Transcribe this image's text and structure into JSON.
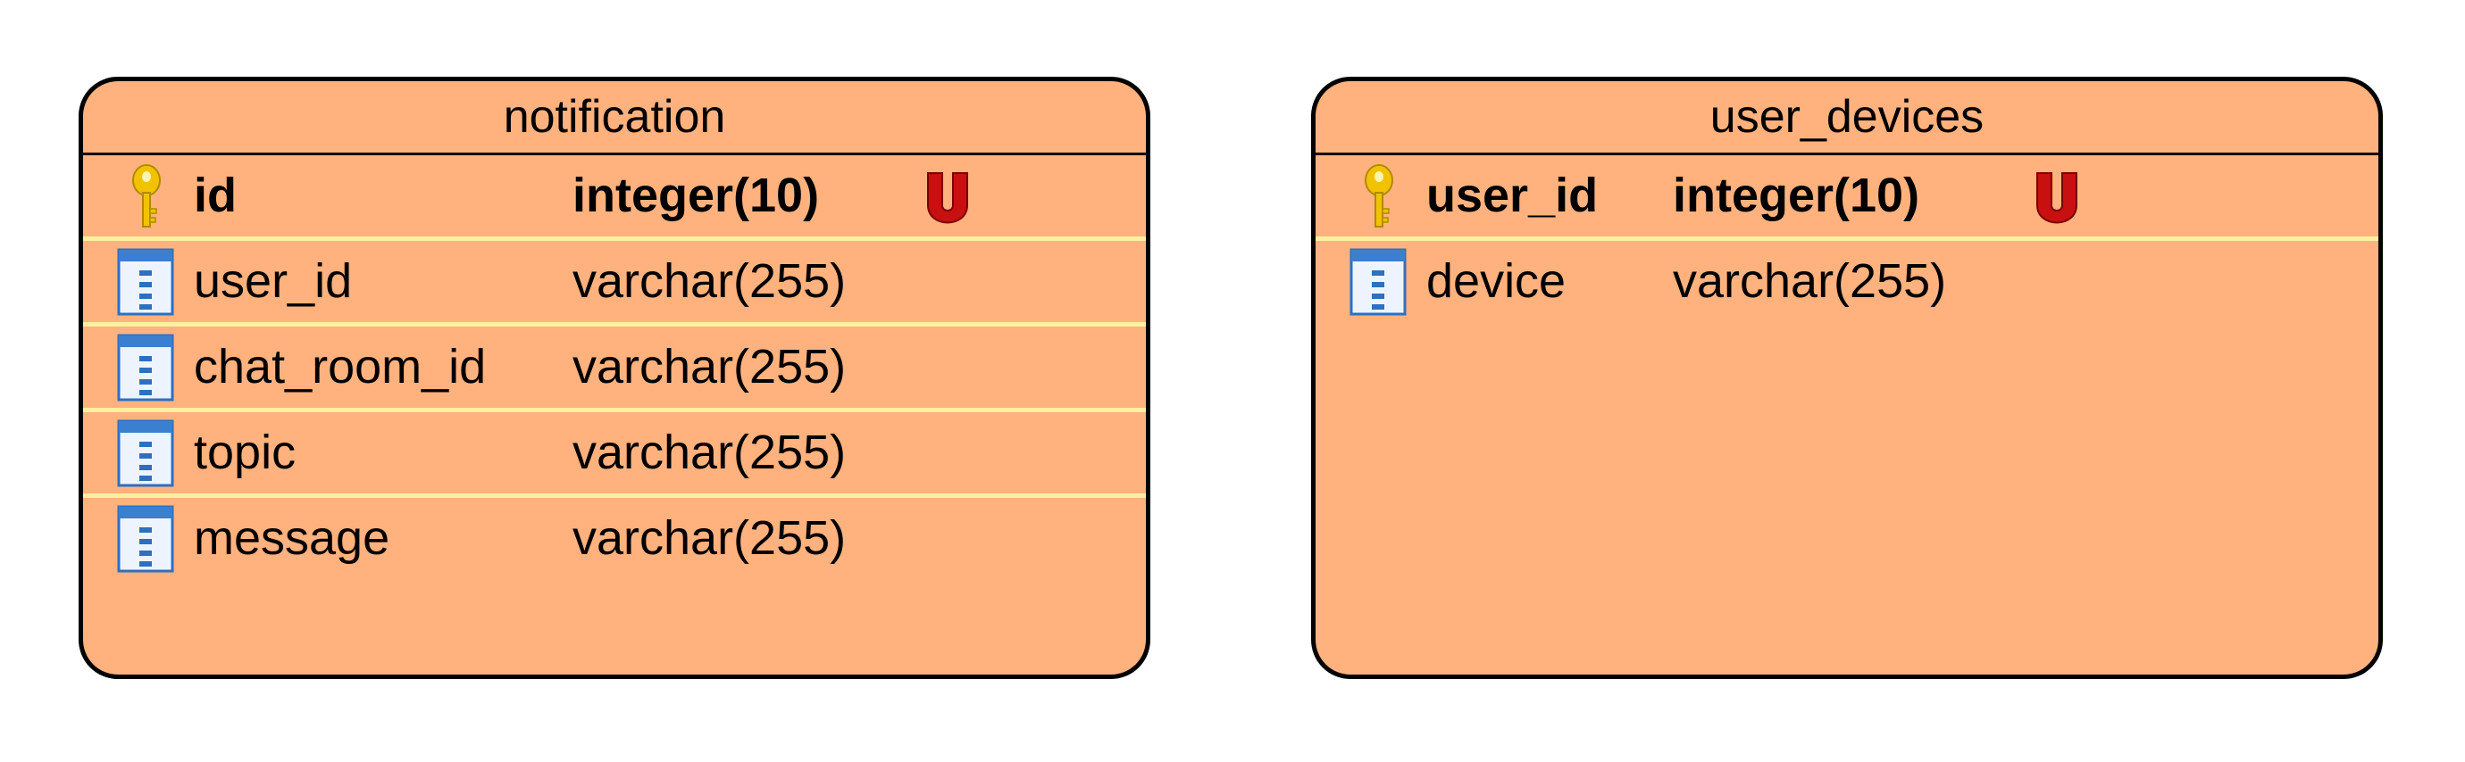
{
  "colors": {
    "entity_fill": "#FFB27E",
    "entity_border": "#000000",
    "row_separator": "#FFF0A0",
    "key_icon": "#F2C200",
    "unique_badge": "#C81010",
    "column_icon": "#3A7FD0"
  },
  "entities": [
    {
      "name": "notification",
      "columns": [
        {
          "name": "id",
          "type": "integer(10)",
          "primary_key": true,
          "unique": true,
          "unique_marker": "U",
          "icon": "key-icon"
        },
        {
          "name": "user_id",
          "type": "varchar(255)",
          "primary_key": false,
          "unique": false,
          "icon": "column-icon"
        },
        {
          "name": "chat_room_id",
          "type": "varchar(255)",
          "primary_key": false,
          "unique": false,
          "icon": "column-icon"
        },
        {
          "name": "topic",
          "type": "varchar(255)",
          "primary_key": false,
          "unique": false,
          "icon": "column-icon"
        },
        {
          "name": "message",
          "type": "varchar(255)",
          "primary_key": false,
          "unique": false,
          "icon": "column-icon"
        }
      ]
    },
    {
      "name": "user_devices",
      "columns": [
        {
          "name": "user_id",
          "type": "integer(10)",
          "primary_key": true,
          "unique": true,
          "unique_marker": "U",
          "icon": "key-icon"
        },
        {
          "name": "device",
          "type": "varchar(255)",
          "primary_key": false,
          "unique": false,
          "icon": "column-icon"
        }
      ]
    }
  ]
}
